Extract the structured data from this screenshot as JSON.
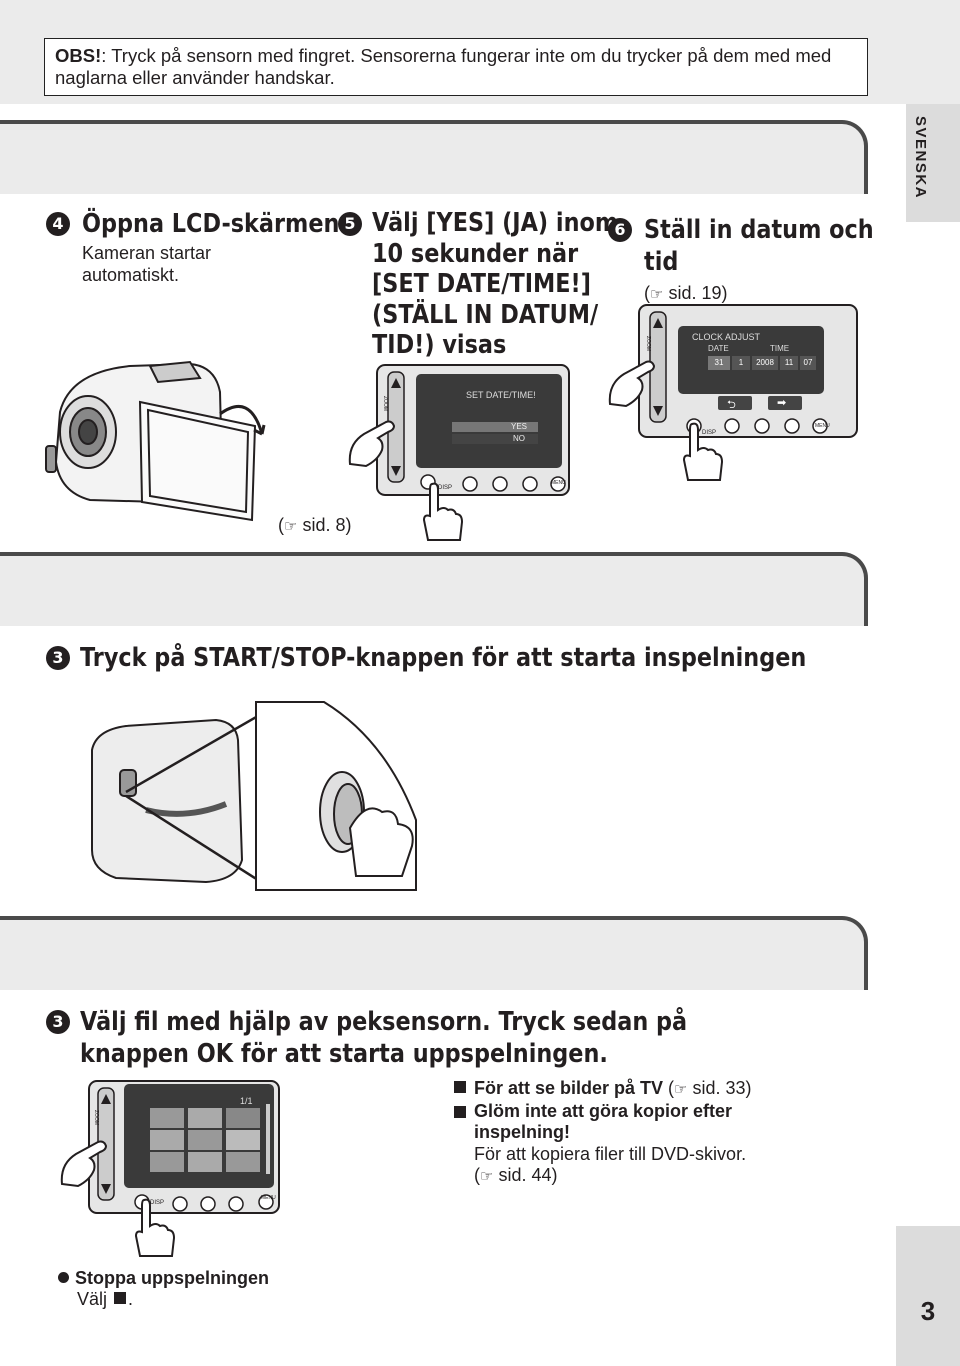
{
  "note": {
    "label": "OBS!",
    "text": ": Tryck på sensorn med fingret. Sensorerna fungerar inte om du trycker på dem med med naglarna eller använder handskar."
  },
  "side_tab": "SVENSKA",
  "page_number": "3",
  "section1": {
    "step4": {
      "num": "4",
      "title": "Öppna LCD-skärmen",
      "body": "Kameran startar automatiskt.",
      "ref": "sid. 8)"
    },
    "step5": {
      "num": "5",
      "title_lines": [
        "Välj [YES] (JA) inom",
        "10 sekunder när",
        "[SET DATE/TIME!]",
        "(STÄLL IN DATUM/",
        "TID!) visas"
      ]
    },
    "step6": {
      "num": "6",
      "title": "Ställ in datum och tid",
      "ref": "sid. 19)"
    },
    "screen5": {
      "title": "SET DATE/TIME!",
      "options": [
        "YES",
        "NO"
      ],
      "menu": "MENU",
      "disp": "DISP",
      "side_label": "ZOOM"
    },
    "screen6": {
      "title": "CLOCK ADJUST",
      "date_label": "DATE",
      "time_label": "TIME",
      "fields": [
        "31",
        "1",
        "2008",
        "11",
        "07"
      ],
      "menu": "MENU",
      "disp": "DISP",
      "side_label": "ZOOM"
    }
  },
  "section2": {
    "step3": {
      "num": "3",
      "title": "Tryck på START/STOP-knappen för att starta inspelningen"
    }
  },
  "section3": {
    "step3": {
      "num": "3",
      "title_lines": [
        "Välj fil med hjälp av peksensorn. Tryck sedan på",
        "knappen OK för att starta uppspelningen."
      ]
    },
    "screen": {
      "page": "1/1",
      "menu": "MENU",
      "disp": "DISP",
      "side_label": "ZOOM"
    },
    "tips": [
      {
        "bold": "För att se bilder på TV",
        "rest": " sid. 33)"
      },
      {
        "bold": "Glöm inte att göra kopior efter inspelning!",
        "rest": ""
      }
    ],
    "copy_text": "För att kopiera filer till DVD-skivor.",
    "copy_ref": "sid. 44)",
    "stop": {
      "title": "Stoppa uppspelningen",
      "body": "Välj"
    }
  },
  "colors": {
    "panel_bg": "#ebebeb",
    "panel_border": "#4a4a4a",
    "text": "#231f20"
  }
}
